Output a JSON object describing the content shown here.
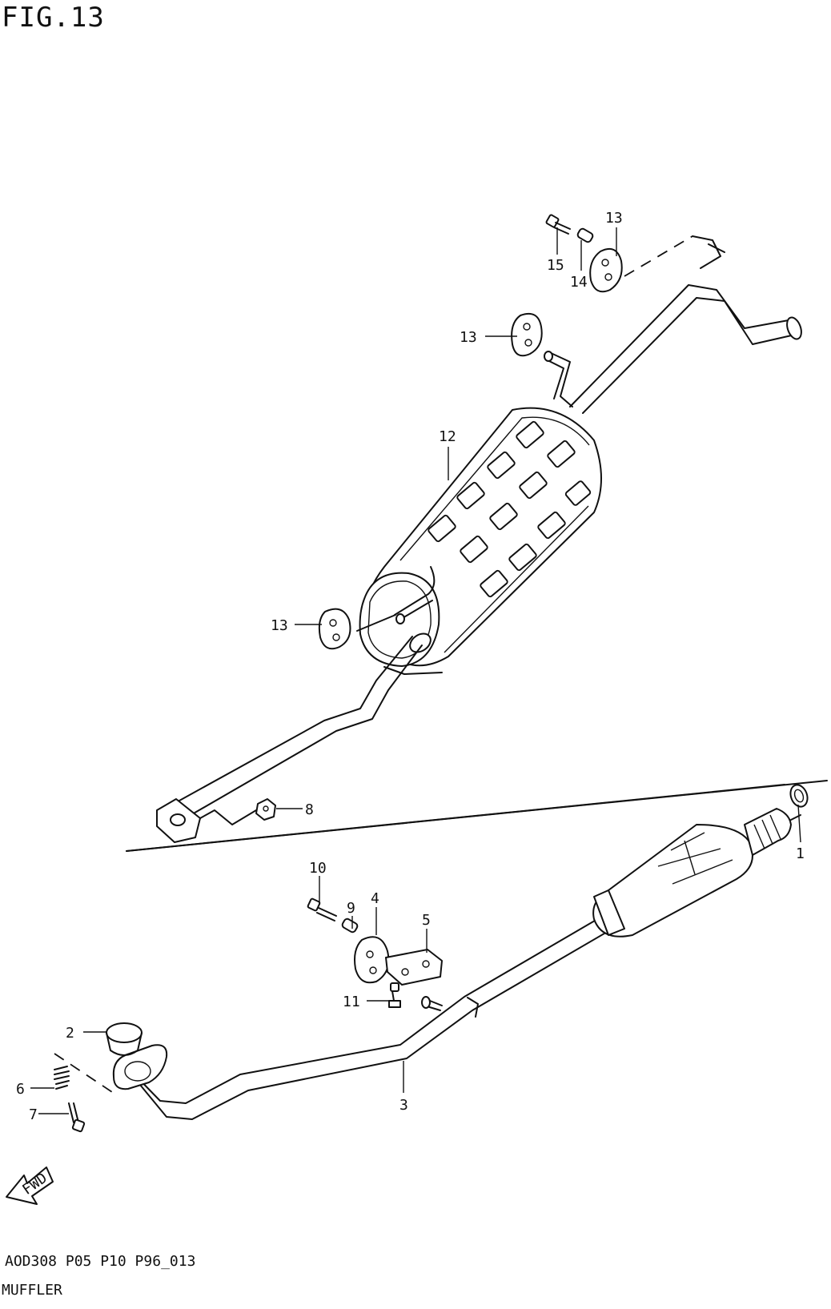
{
  "figure": {
    "title": "FIG.13"
  },
  "footer": {
    "code": "AOD308 P05 P10 P96_013",
    "name": "MUFFLER"
  },
  "fwd_arrow": {
    "label": "FWD"
  },
  "callouts": {
    "c1": "1",
    "c2": "2",
    "c3": "3",
    "c4": "4",
    "c5": "5",
    "c6": "6",
    "c7": "7",
    "c8": "8",
    "c9": "9",
    "c10": "10",
    "c11": "11",
    "c12": "12",
    "c13a": "13",
    "c13b": "13",
    "c13c": "13",
    "c14": "14",
    "c15": "15"
  }
}
